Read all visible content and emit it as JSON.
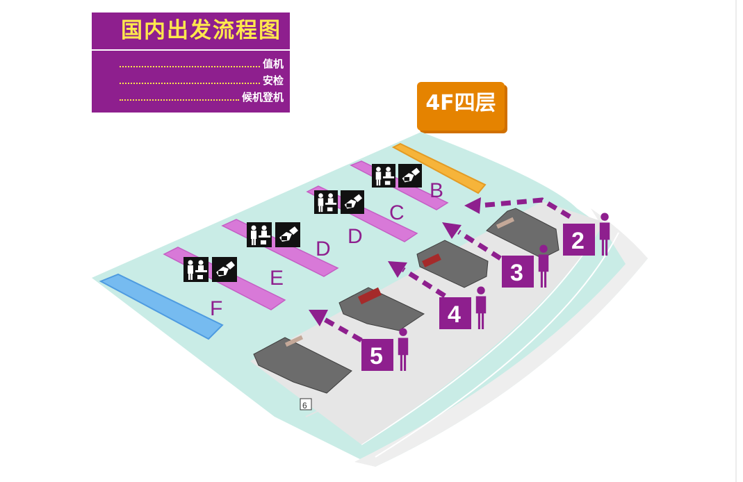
{
  "legend": {
    "title": "国内出发流程图",
    "steps": [
      "值机",
      "安检",
      "候机登机"
    ]
  },
  "floor_label": "4F四层",
  "zones": [
    "B",
    "C",
    "D",
    "D",
    "E",
    "F"
  ],
  "entrances": [
    "2",
    "3",
    "4",
    "5"
  ],
  "door_marker": "6",
  "colors": {
    "legend_bg": "#8e1f8e",
    "legend_title": "#ffe84d",
    "floor_badge": "#e58300",
    "floor_area": "#c9ece6",
    "checkin_counter": "#d879d8",
    "security_counter": "#f6b43a",
    "waiting_area": "#76bbf0",
    "arrow": "#8e1f8e",
    "gate_marker": "#8e1f8e"
  },
  "icons": {
    "checkin": "checkin-person-icon",
    "baggage": "baggage-handover-icon",
    "passenger": "person-icon"
  }
}
